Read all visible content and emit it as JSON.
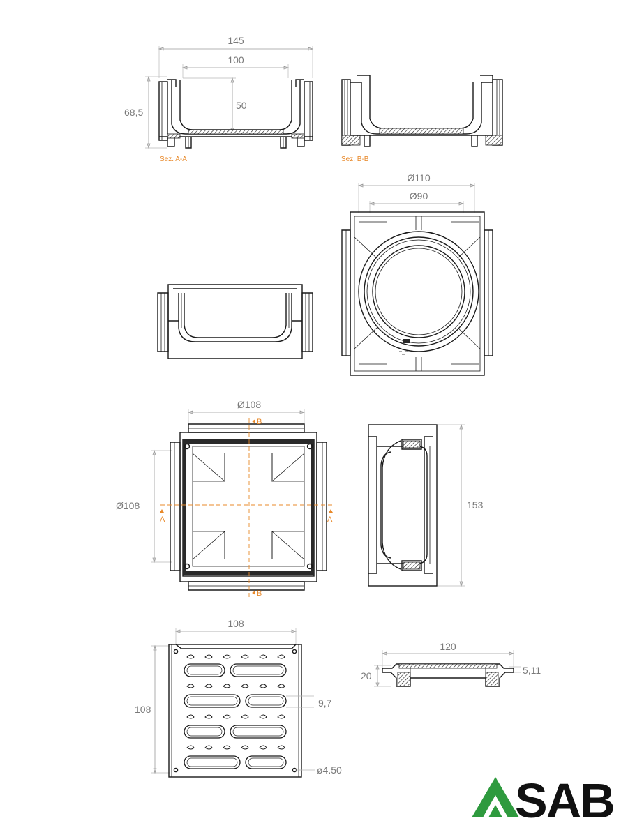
{
  "dimensions": {
    "width_145": "145",
    "width_100": "100",
    "height_68_5": "68,5",
    "depth_50": "50",
    "dia_110": "Ø110",
    "dia_90": "Ø90",
    "dia_108_top": "Ø108",
    "dia_108_left": "Ø108",
    "height_153": "153",
    "grate_width": "108",
    "grate_height": "108",
    "slot_width": "9,7",
    "hole_dia": "ø4.50",
    "frame_width": "120",
    "frame_height": "20",
    "frame_lip": "5,11"
  },
  "section_labels": {
    "sez_aa": "Sez. A-A",
    "sez_bb": "Sez. B-B",
    "cut_a": "A",
    "cut_b": "B"
  },
  "brand": {
    "name": "SAB",
    "color_green": "#2e9a3e",
    "color_text": "#111111"
  },
  "colors": {
    "accent": "#e8892a",
    "dimension": "#7a7a7a",
    "outline": "#1a1a1a"
  }
}
